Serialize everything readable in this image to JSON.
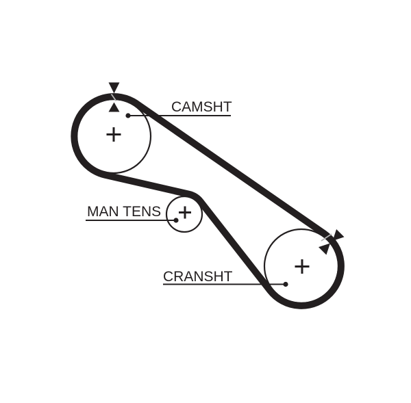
{
  "colors": {
    "ink": "#231f20",
    "background": "#ffffff",
    "belt_notch_gray": "#b5b5b5"
  },
  "labels": {
    "camshaft": "CAMSHT",
    "tensioner": "MAN TENS",
    "crankshaft": "CRANSHT"
  },
  "markers": {
    "center_marker_glyph": "+",
    "camshaft_timing_marks": [
      "triangle-down",
      "triangle-up"
    ],
    "crankshaft_timing_marks": [
      "triangle-down-left",
      "triangle-up-right"
    ]
  }
}
